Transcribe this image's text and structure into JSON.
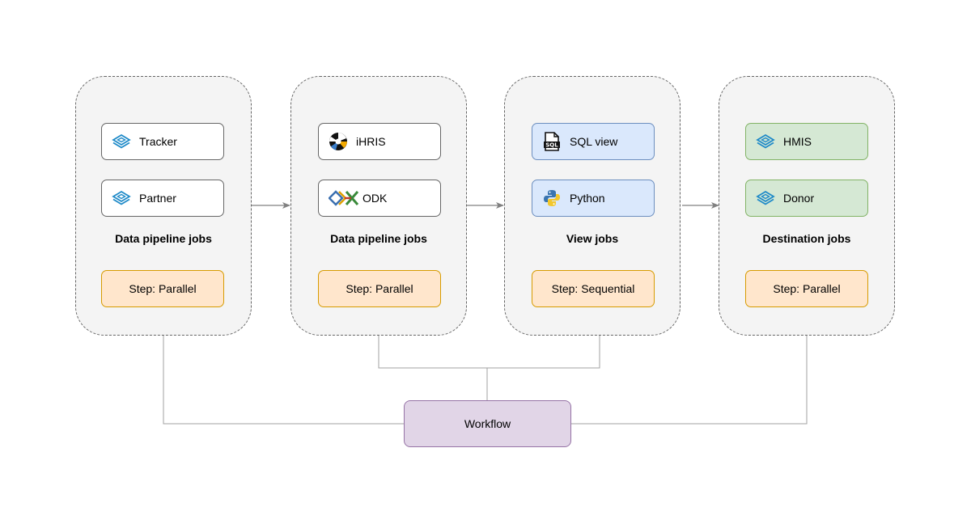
{
  "stages": [
    {
      "title": "Data pipeline jobs",
      "items": [
        {
          "label": "Tracker",
          "icon": "dhis2-icon"
        },
        {
          "label": "Partner",
          "icon": "dhis2-icon"
        }
      ],
      "step": "Step: Parallel"
    },
    {
      "title": "Data pipeline jobs",
      "items": [
        {
          "label": "iHRIS",
          "icon": "ihris-icon"
        },
        {
          "label": "ODK",
          "icon": "odk-icon"
        }
      ],
      "step": "Step: Parallel"
    },
    {
      "title": "View jobs",
      "items": [
        {
          "label": "SQL view",
          "icon": "sql-file-icon"
        },
        {
          "label": "Python",
          "icon": "python-icon"
        }
      ],
      "step": "Step: Sequential"
    },
    {
      "title": "Destination jobs",
      "items": [
        {
          "label": "HMIS",
          "icon": "dhis2-icon"
        },
        {
          "label": "Donor",
          "icon": "dhis2-icon"
        }
      ],
      "step": "Step: Parallel"
    }
  ],
  "workflow": {
    "label": "Workflow"
  },
  "colors": {
    "stage_fill": "#f4f4f4",
    "step_fill": "#ffe6cc",
    "step_border": "#d79b00",
    "view_fill": "#dae8fc",
    "view_border": "#6c8ebf",
    "destination_fill": "#d5e8d4",
    "destination_border": "#82b366",
    "workflow_fill": "#e1d5e7",
    "workflow_border": "#9673a6",
    "dhis2_blue": "#1f8ac8"
  }
}
